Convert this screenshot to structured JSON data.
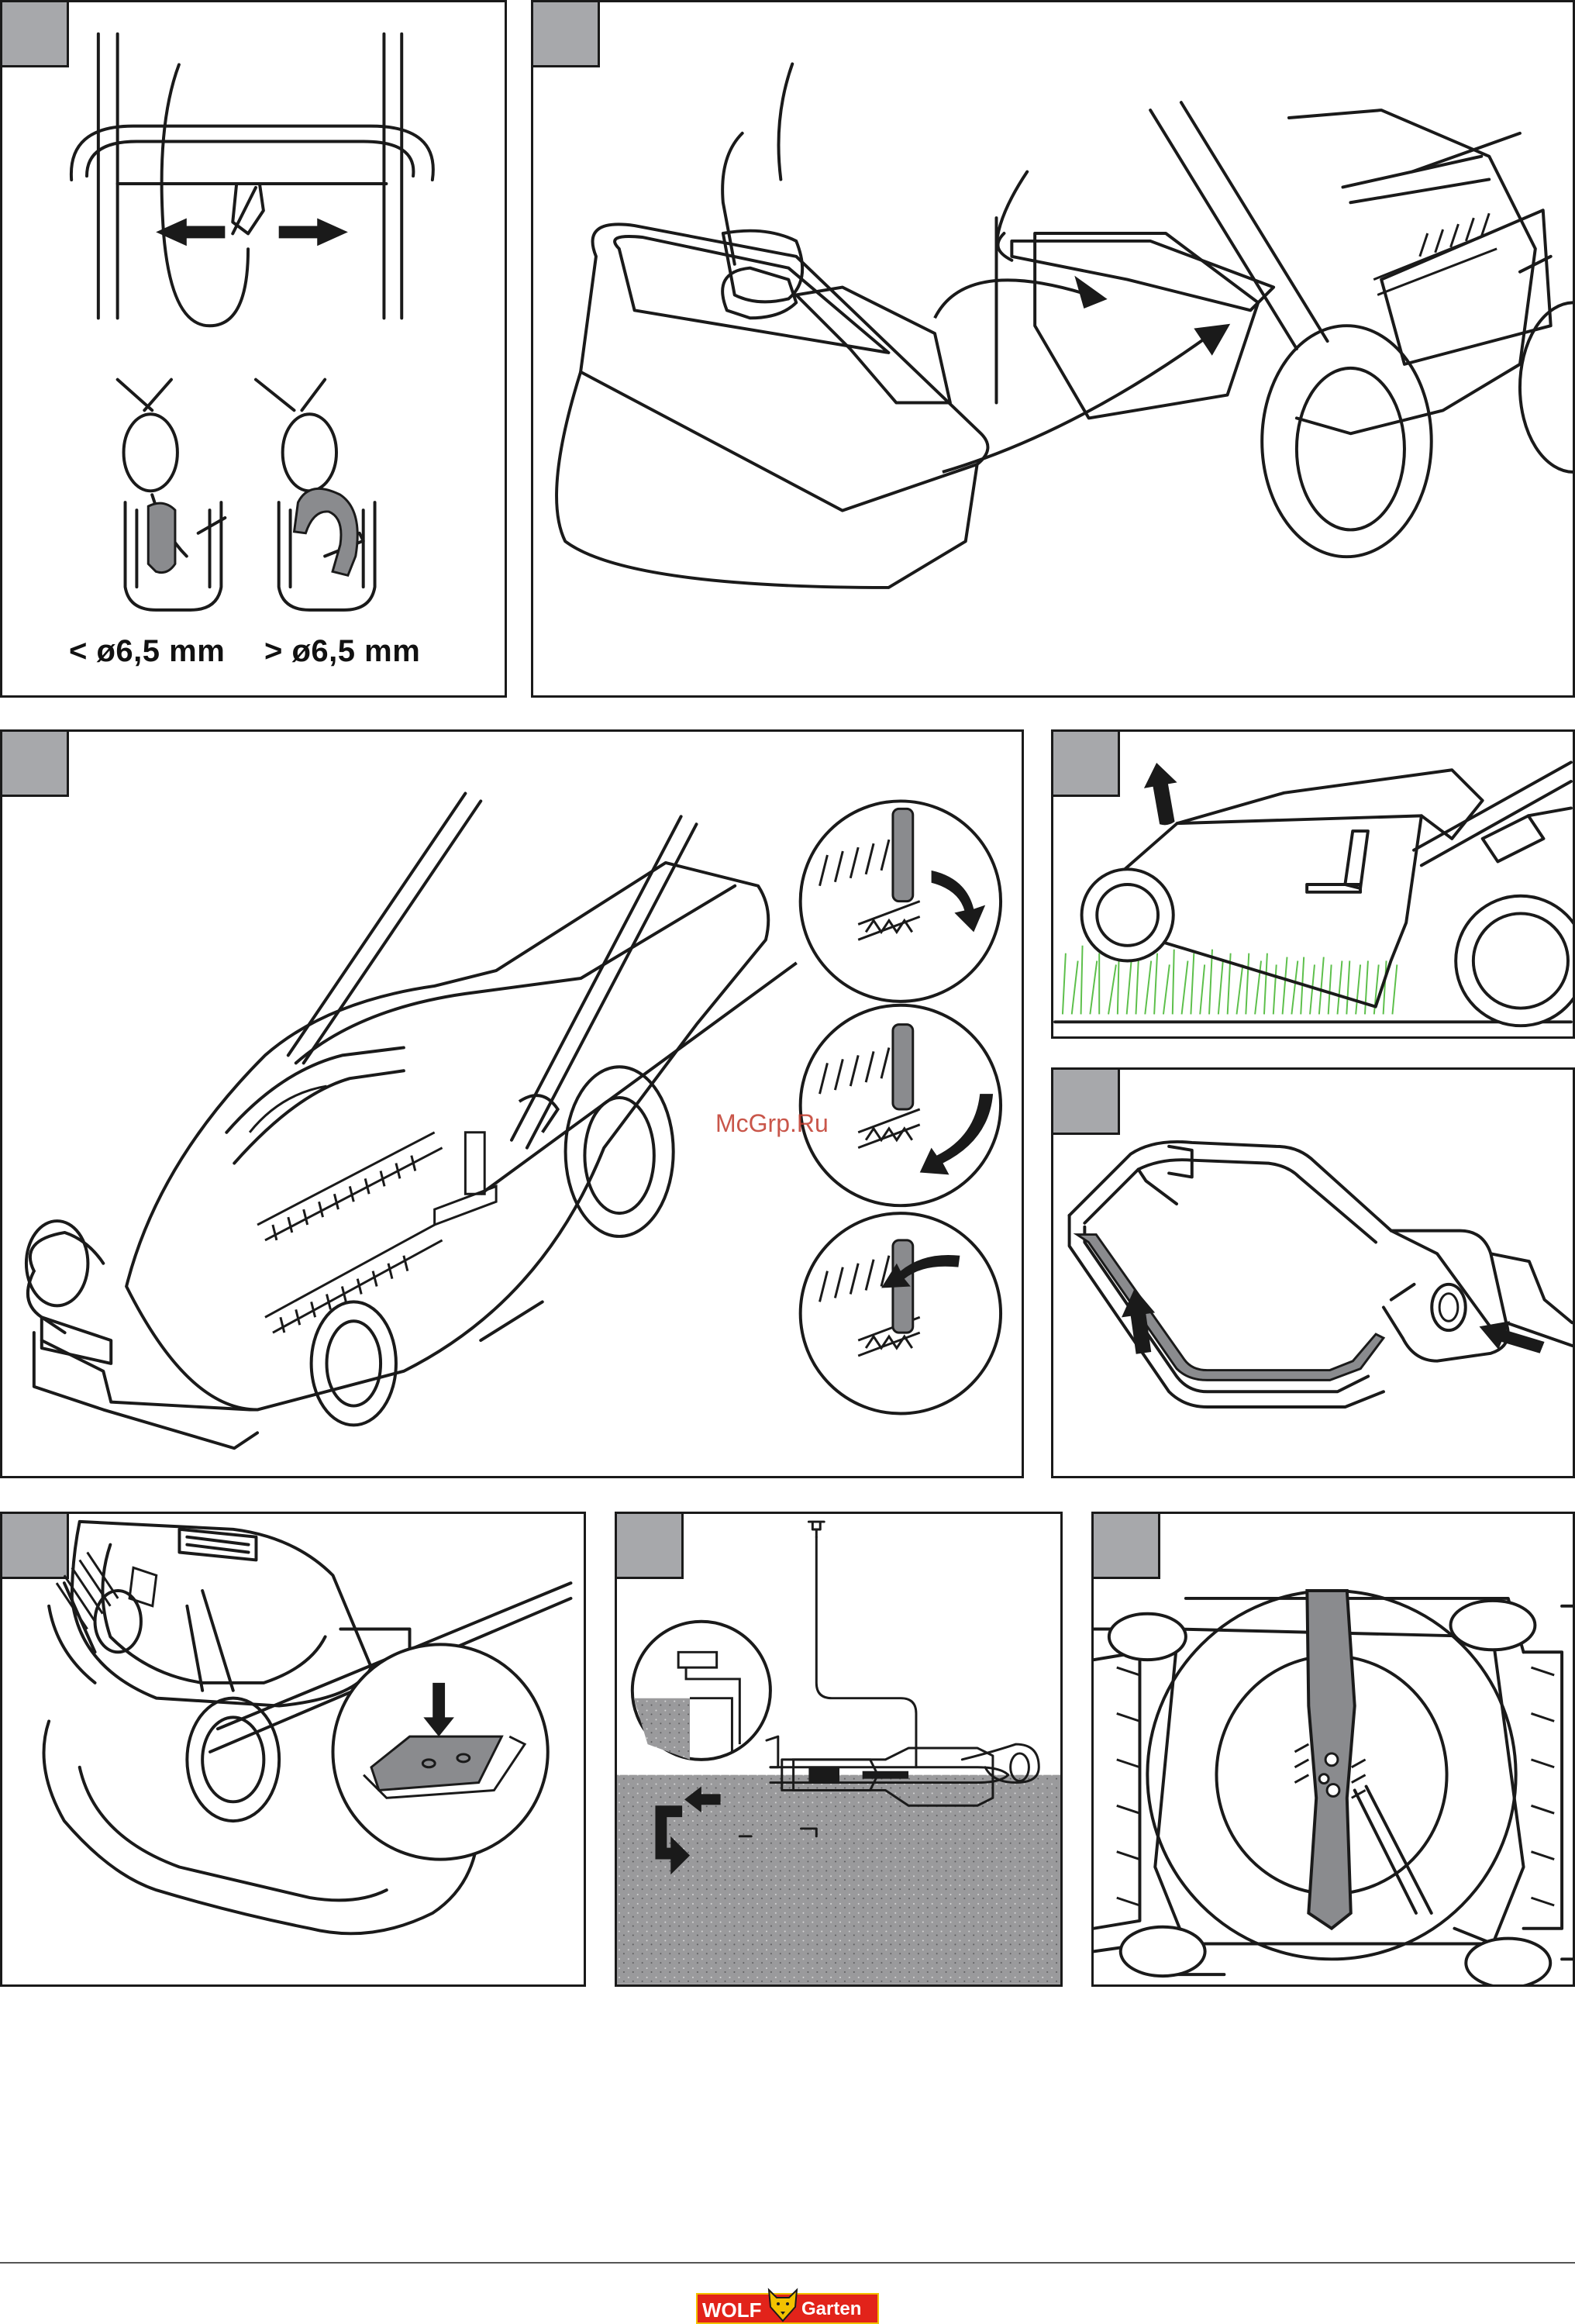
{
  "panels": [
    {
      "id": "p1",
      "tab_label": ""
    },
    {
      "id": "p2",
      "tab_label": ""
    },
    {
      "id": "p3",
      "tab_label": ""
    },
    {
      "id": "p4",
      "tab_label": ""
    },
    {
      "id": "p5",
      "tab_label": ""
    },
    {
      "id": "p6",
      "tab_label": ""
    },
    {
      "id": "p7",
      "tab_label": ""
    },
    {
      "id": "p8",
      "tab_label": ""
    }
  ],
  "cable_hook": {
    "small_label": "< ø6,5 mm",
    "large_label": "> ø6,5 mm"
  },
  "watermark": "McGrp.Ru",
  "brand": {
    "name_left": "WOLF",
    "name_right": "Garten",
    "color_red": "#e2231a",
    "color_yellow": "#f2c100"
  },
  "colors": {
    "tab_gray": "#a7a8ab",
    "line": "#1a1a1a",
    "grass": "#5cbf4a",
    "soil": "#9a9a9c"
  }
}
